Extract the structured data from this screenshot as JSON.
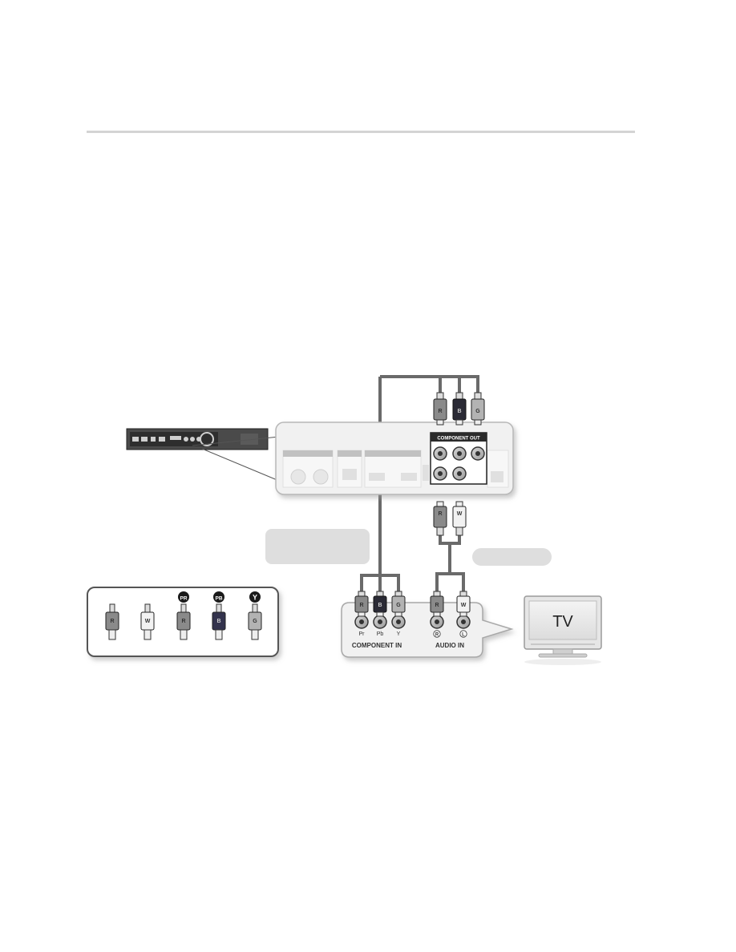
{
  "component_out": {
    "title": "COMPONENT OUT",
    "top_plugs": [
      "R",
      "B",
      "G"
    ]
  },
  "audio_out": {
    "plugs": [
      "R",
      "W"
    ]
  },
  "tv_panel": {
    "component_plugs": [
      "R",
      "B",
      "G"
    ],
    "component_jacks": [
      "Pr",
      "Pb",
      "Y"
    ],
    "component_title": "COMPONENT IN",
    "audio_plugs": [
      "R",
      "W"
    ],
    "audio_jacks": [
      "R",
      "L"
    ],
    "audio_title": "AUDIO IN"
  },
  "legend": {
    "plugs": [
      {
        "badge": "",
        "letter": "R",
        "color": "#8a8a8a"
      },
      {
        "badge": "",
        "letter": "W",
        "color": "#f2f2f2"
      },
      {
        "badge": "PR",
        "letter": "R",
        "color": "#8a8a8a"
      },
      {
        "badge": "PB",
        "letter": "B",
        "color": "#33334d"
      },
      {
        "badge": "Y",
        "letter": "G",
        "color": "#b3b3b3"
      }
    ]
  },
  "tv": {
    "label": "TV"
  },
  "colors": {
    "red_plug": "#8a8a8a",
    "white_plug": "#f2f2f2",
    "blue_plug": "#2a2a35",
    "green_plug": "#b3b3b3",
    "cable": "#6a6a6a"
  }
}
